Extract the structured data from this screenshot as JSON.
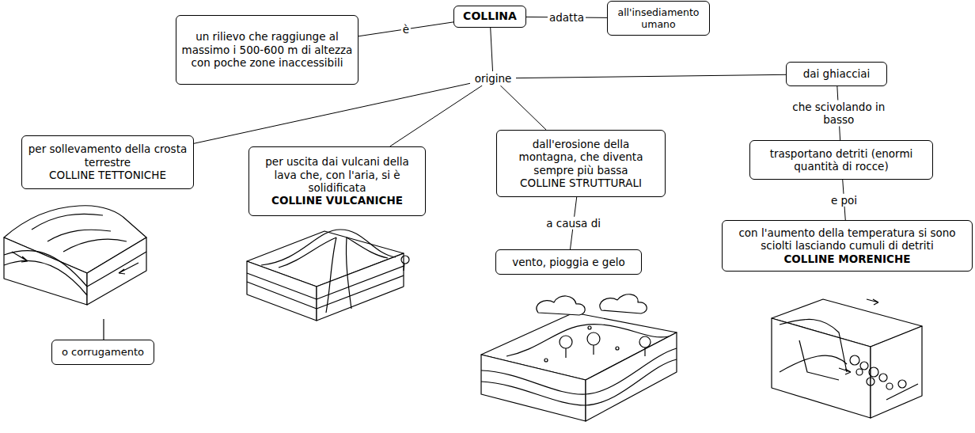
{
  "diagram": {
    "nodes": [
      {
        "text": [
          "COLLINA"
        ]
      },
      {
        "text": [
          "un rilievo che raggiunge al massimo i 500-600 m di altezza con poche zone inaccessibili"
        ]
      },
      {
        "text": [
          "all'insediamento umano"
        ]
      },
      {
        "text": [
          "origine"
        ]
      },
      {
        "text": [
          "dai ghiacciai"
        ]
      },
      {
        "text": [
          "per sollevamento della crosta terrestre",
          "COLLINE TETTONICHE"
        ]
      },
      {
        "text": [
          "per uscita dai vulcani della lava che, con l'aria, si è solidificata",
          "COLLINE VULCANICHE"
        ]
      },
      {
        "text": [
          "dall'erosione della montagna, che diventa sempre più bassa",
          "COLLINE STRUTTURALI"
        ]
      },
      {
        "text": [
          "vento, pioggia e gelo"
        ]
      },
      {
        "text": [
          "trasportano detriti (enormi quantità di rocce)"
        ]
      },
      {
        "text": [
          "con l'aumento della temperatura si sono sciolti lasciando cumuli di detriti",
          "COLLINE MORENICHE"
        ]
      },
      {
        "text": [
          "o corrugamento"
        ]
      }
    ],
    "edges": [
      {
        "from": 0,
        "to": 1,
        "label": "è",
        "arrow": "none"
      },
      {
        "from": 0,
        "to": 2,
        "label": "adatta",
        "arrow": "none"
      },
      {
        "from": 0,
        "to": 3,
        "arrow": "none"
      },
      {
        "from": 3,
        "to": 4,
        "arrow": "none"
      },
      {
        "from": 3,
        "to": 5,
        "arrow": "none"
      },
      {
        "from": 3,
        "to": 6,
        "arrow": "none"
      },
      {
        "from": 3,
        "to": 7,
        "arrow": "none"
      },
      {
        "from": 4,
        "to": 9,
        "label": "che scivolando in basso",
        "arrow": "none"
      },
      {
        "from": 9,
        "to": 10,
        "label": "e poi",
        "arrow": "none"
      },
      {
        "from": 7,
        "to": 8,
        "label": "a causa di",
        "arrow": "none"
      }
    ]
  }
}
